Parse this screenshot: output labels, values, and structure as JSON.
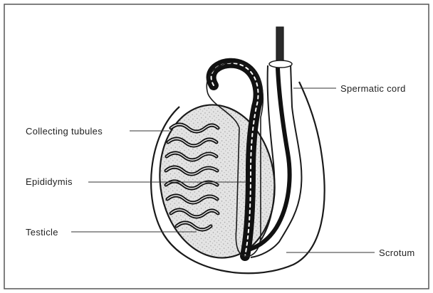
{
  "diagram": {
    "labels": {
      "collecting_tubules": "Collecting tubules",
      "epididymis": "Epididymis",
      "testicle": "Testicle",
      "spermatic_cord": "Spermatic cord",
      "scrotum": "Scrotum"
    },
    "colors": {
      "line": "#1a1a1a",
      "fill_dark": "#1c1c1c",
      "fill_light": "#dcdcdc",
      "paper": "#ffffff"
    }
  }
}
